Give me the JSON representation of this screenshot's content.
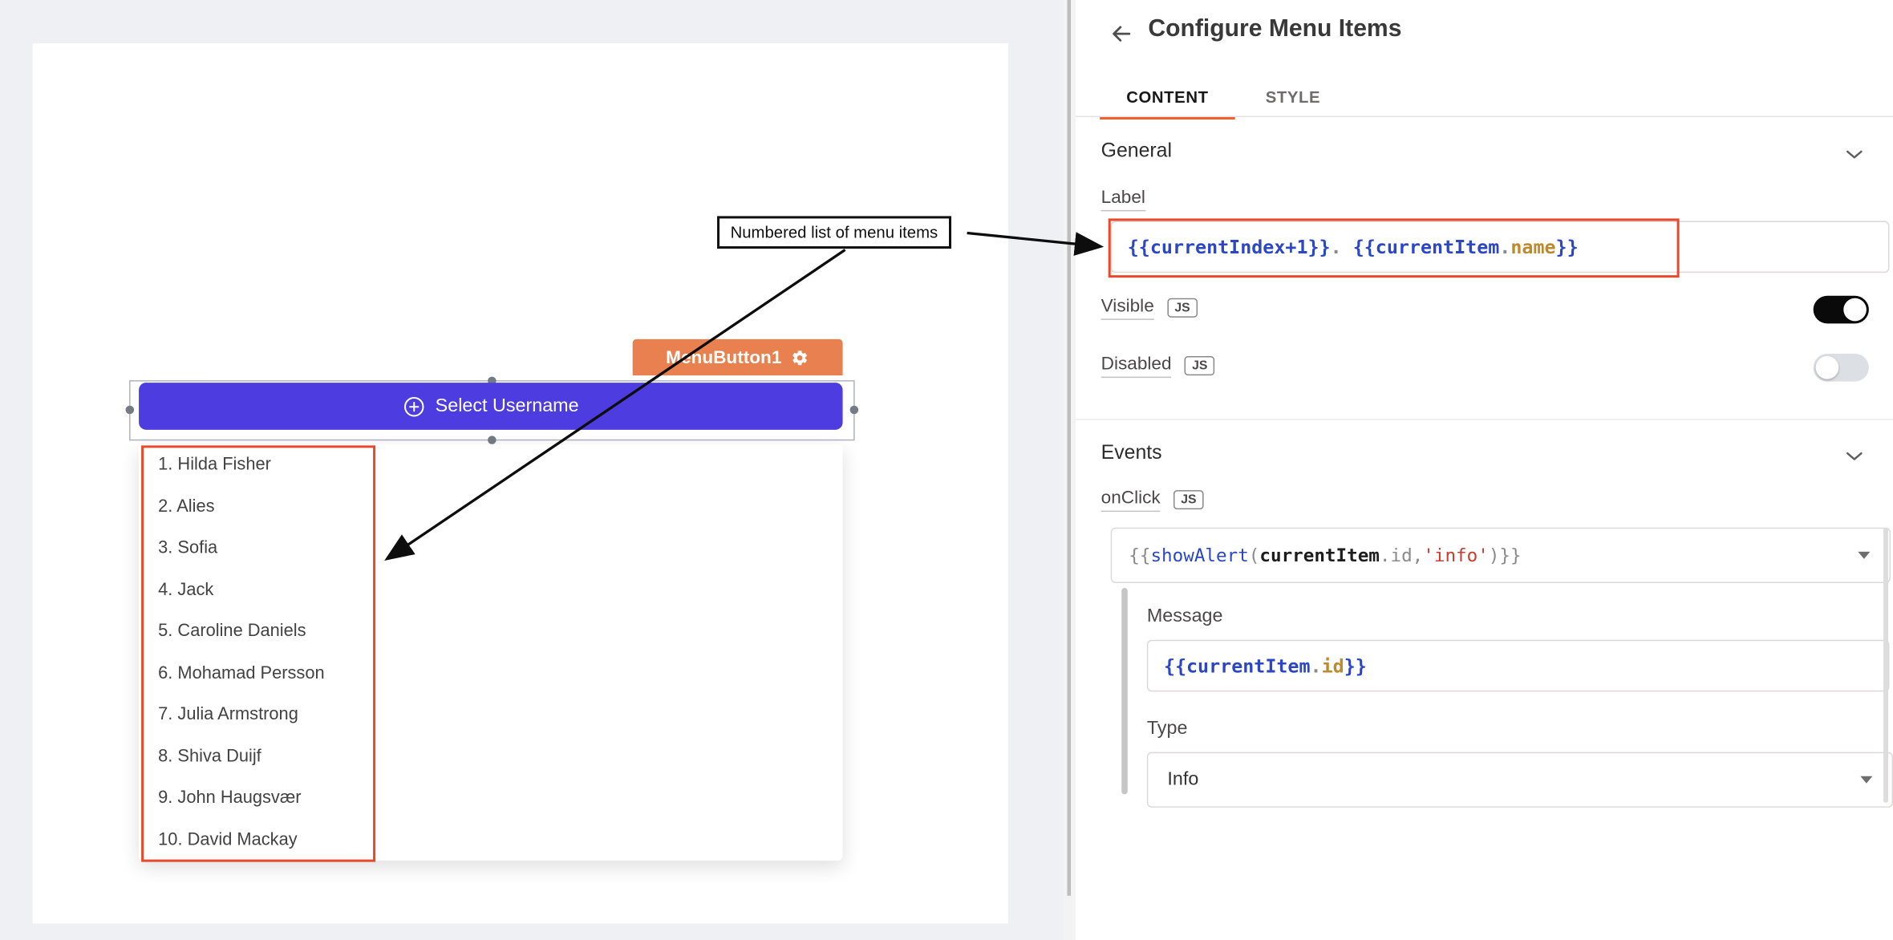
{
  "colors": {
    "accent_orange": "#f0602f",
    "badge_orange": "#e8814f",
    "highlight_red": "#e8492b",
    "button_indigo": "#4d3de0",
    "toggle_on": "#0a0a0a",
    "tok_blue": "#2b47c4",
    "tok_orange": "#bd8a2e",
    "tok_gray": "#8a8a8a",
    "tok_dark": "#1d1d1d",
    "tok_red": "#ca3c32"
  },
  "canvas": {
    "annotation_label": "Numbered list of menu items",
    "widget_badge": "MenuButton1",
    "button_label": "Select Username",
    "menu_items": [
      "1. Hilda Fisher",
      "2. Alies",
      "3. Sofia",
      "4. Jack",
      "5. Caroline Daniels",
      "6. Mohamad Persson",
      "7. Julia Armstrong",
      "8. Shiva Duijf",
      "9. John Haugsvær",
      "10. David Mackay"
    ]
  },
  "panel": {
    "title": "Configure Menu Items",
    "tabs": [
      {
        "label": "CONTENT"
      },
      {
        "label": "STYLE"
      }
    ],
    "js_badge": "JS",
    "general": {
      "heading": "General",
      "label_field": {
        "label": "Label",
        "code": [
          {
            "t": "{{currentIndex+1}}",
            "c": "blue"
          },
          {
            "t": ". ",
            "c": "gray"
          },
          {
            "t": "{{currentItem",
            "c": "blue"
          },
          {
            "t": ".",
            "c": "gray"
          },
          {
            "t": "name",
            "c": "orange"
          },
          {
            "t": "}}",
            "c": "blue"
          }
        ]
      },
      "visible_label": "Visible",
      "visible_on": true,
      "disabled_label": "Disabled",
      "disabled_on": false
    },
    "events": {
      "heading": "Events",
      "onclick_label": "onClick",
      "onclick_code": [
        {
          "t": "{{",
          "c": "gray"
        },
        {
          "t": "showAlert",
          "c": "blue"
        },
        {
          "t": "(",
          "c": "gray"
        },
        {
          "t": "currentItem",
          "c": "dark"
        },
        {
          "t": ".id",
          "c": "gray"
        },
        {
          "t": ",",
          "c": "gray"
        },
        {
          "t": "'info'",
          "c": "red"
        },
        {
          "t": ")}}",
          "c": "gray"
        }
      ],
      "message_label": "Message",
      "message_code": [
        {
          "t": "{{currentItem",
          "c": "blue"
        },
        {
          "t": ".",
          "c": "gray"
        },
        {
          "t": "id",
          "c": "orange"
        },
        {
          "t": "}}",
          "c": "blue"
        }
      ],
      "type_label": "Type",
      "type_value": "Info"
    }
  }
}
